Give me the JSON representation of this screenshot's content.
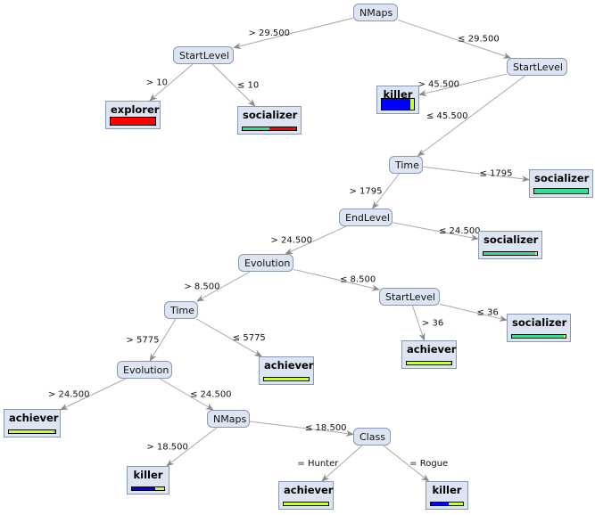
{
  "colors": {
    "killer": "#0000ff",
    "explorer": "#ff0000",
    "socializer": "#33dd99",
    "achiever": "#ccff33",
    "node_fill": "#dde5f3",
    "node_border": "#8a98b5"
  },
  "nodes": {
    "n1": {
      "label": "NMaps"
    },
    "n2": {
      "label": "StartLevel"
    },
    "n3": {
      "label": "StartLevel"
    },
    "n4": {
      "label": "Time"
    },
    "n5": {
      "label": "EndLevel"
    },
    "n6": {
      "label": "Evolution"
    },
    "n7": {
      "label": "Time"
    },
    "n8": {
      "label": "StartLevel"
    },
    "n9": {
      "label": "Evolution"
    },
    "n10": {
      "label": "NMaps"
    },
    "n11": {
      "label": "Class"
    }
  },
  "leaves": {
    "l1": {
      "label": "explorer",
      "dist": [
        [
          "explorer",
          1.0
        ]
      ]
    },
    "l2": {
      "label": "socializer",
      "dist": [
        [
          "socializer",
          0.5
        ],
        [
          "explorer",
          0.5
        ]
      ]
    },
    "l3": {
      "label": "killer",
      "dist": [
        [
          "killer",
          0.88
        ],
        [
          "achiever",
          0.12
        ]
      ]
    },
    "l4": {
      "label": "socializer",
      "dist": [
        [
          "socializer",
          1.0
        ]
      ]
    },
    "l5": {
      "label": "socializer",
      "dist": [
        [
          "socializer",
          0.97
        ],
        [
          "achiever",
          0.03
        ]
      ]
    },
    "l6": {
      "label": "socializer",
      "dist": [
        [
          "socializer",
          0.97
        ],
        [
          "achiever",
          0.03
        ]
      ]
    },
    "l7": {
      "label": "achiever",
      "dist": [
        [
          "achiever",
          0.97
        ],
        [
          "socializer",
          0.03
        ]
      ]
    },
    "l8": {
      "label": "achiever",
      "dist": [
        [
          "achiever",
          1.0
        ]
      ]
    },
    "l9": {
      "label": "achiever",
      "dist": [
        [
          "achiever",
          0.97
        ],
        [
          "socializer",
          0.03
        ]
      ]
    },
    "l10": {
      "label": "killer",
      "dist": [
        [
          "killer",
          0.72
        ],
        [
          "achiever",
          0.28
        ]
      ]
    },
    "l11": {
      "label": "achiever",
      "dist": [
        [
          "achiever",
          1.0
        ]
      ]
    },
    "l12": {
      "label": "killer",
      "dist": [
        [
          "killer",
          0.55
        ],
        [
          "achiever",
          0.45
        ]
      ]
    }
  },
  "edges": [
    {
      "from": "n1",
      "to": "n2",
      "label": "> 29.500"
    },
    {
      "from": "n1",
      "to": "n3",
      "label": "≤ 29.500"
    },
    {
      "from": "n2",
      "to": "l1",
      "label": "> 10"
    },
    {
      "from": "n2",
      "to": "l2",
      "label": "≤ 10"
    },
    {
      "from": "n3",
      "to": "l3",
      "label": "> 45.500"
    },
    {
      "from": "n3",
      "to": "n4",
      "label": "≤ 45.500"
    },
    {
      "from": "n4",
      "to": "n5",
      "label": "> 1795"
    },
    {
      "from": "n4",
      "to": "l4",
      "label": "≤ 1795"
    },
    {
      "from": "n5",
      "to": "n6",
      "label": "> 24.500"
    },
    {
      "from": "n5",
      "to": "l5",
      "label": "≤ 24.500"
    },
    {
      "from": "n6",
      "to": "n7",
      "label": "> 8.500"
    },
    {
      "from": "n6",
      "to": "n8",
      "label": "≤ 8.500"
    },
    {
      "from": "n7",
      "to": "n9",
      "label": "> 5775"
    },
    {
      "from": "n7",
      "to": "l8",
      "label": "≤ 5775"
    },
    {
      "from": "n8",
      "to": "l7",
      "label": "> 36"
    },
    {
      "from": "n8",
      "to": "l6",
      "label": "≤ 36"
    },
    {
      "from": "n9",
      "to": "l9",
      "label": "> 24.500"
    },
    {
      "from": "n9",
      "to": "n10",
      "label": "≤ 24.500"
    },
    {
      "from": "n10",
      "to": "l10",
      "label": "> 18.500"
    },
    {
      "from": "n10",
      "to": "n11",
      "label": "≤ 18.500"
    },
    {
      "from": "n11",
      "to": "l11",
      "label": "= Hunter"
    },
    {
      "from": "n11",
      "to": "l12",
      "label": "= Rogue"
    }
  ]
}
